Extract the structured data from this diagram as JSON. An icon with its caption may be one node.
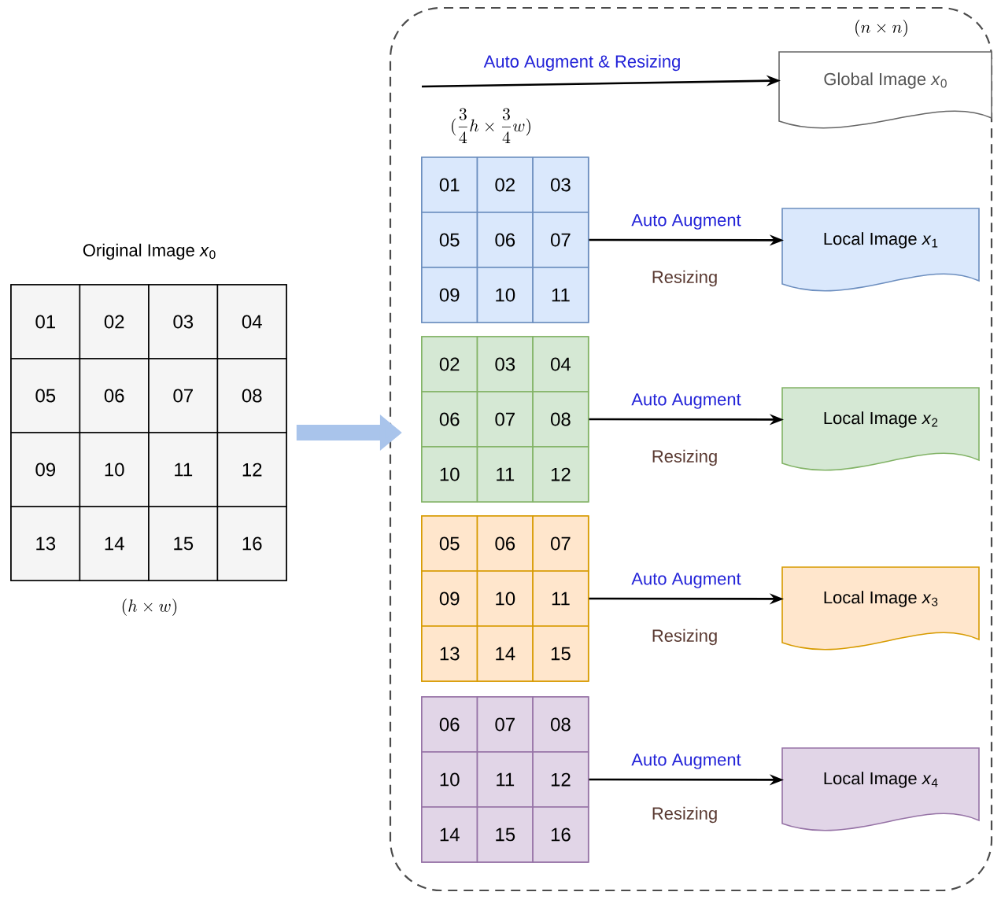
{
  "diagram": {
    "nodes": [
      {
        "text": [
          "Original Image *x*$_{0}$",
          "01",
          "02",
          "03",
          "04",
          "05",
          "06",
          "07",
          "08",
          "09",
          "10",
          "11",
          "12",
          "13",
          "14",
          "15",
          "16"
        ],
        "beside": [
          "(h \\times w)"
        ]
      },
      {
        "text": [],
        "shape": "box"
      },
      {
        "text": [
          "Global Image *x*$_{0}$"
        ],
        "beside": [
          "(n \\times n)"
        ],
        "in": 1
      },
      {
        "text": [
          "01",
          "02",
          "03",
          "05",
          "06",
          "07",
          "09",
          "10",
          "11"
        ],
        "beside": [
          "(\\frac{3}{4}h \\times \\frac{3}{4}w)"
        ],
        "in": 1
      },
      {
        "text": [
          "Local Image *x*$_{1}$"
        ],
        "in": 1
      },
      {
        "text": [
          "02",
          "03",
          "04",
          "06",
          "07",
          "08",
          "10",
          "11",
          "12"
        ],
        "in": 1
      },
      {
        "text": [
          "Local Image *x*$_{2}$"
        ],
        "in": 1
      },
      {
        "text": [
          "05",
          "06",
          "07",
          "09",
          "10",
          "11",
          "13",
          "14",
          "15"
        ],
        "in": 1
      },
      {
        "text": [
          "Local Image *x*$_{3}$"
        ],
        "in": 1
      },
      {
        "text": [
          "06",
          "07",
          "08",
          "10",
          "11",
          "12",
          "14",
          "15",
          "16"
        ],
        "in": 1
      },
      {
        "text": [
          "Local Image *x*$_{4}$"
        ],
        "in": 1
      }
    ],
    "edges": [
      {
        "from": 0,
        "to": 1,
        "arrow": "to",
        "style": "thick",
        "color": "#a9c4eb"
      },
      {
        "from": null,
        "to": 2,
        "arrow": "to",
        "label": "Auto Augment & Resizing"
      },
      {
        "from": 3,
        "to": 4,
        "arrow": "to",
        "label": "Auto Augment"
      },
      {
        "from": 5,
        "to": 6,
        "arrow": "to",
        "label": "Auto Augment"
      },
      {
        "from": 7,
        "to": 8,
        "arrow": "to",
        "label": "Auto Augment"
      },
      {
        "from": 9,
        "to": 10,
        "arrow": "to",
        "label": "Auto Augment"
      }
    ],
    "labels": [
      "Resizing",
      "Resizing",
      "Resizing",
      "Resizing"
    ]
  }
}
